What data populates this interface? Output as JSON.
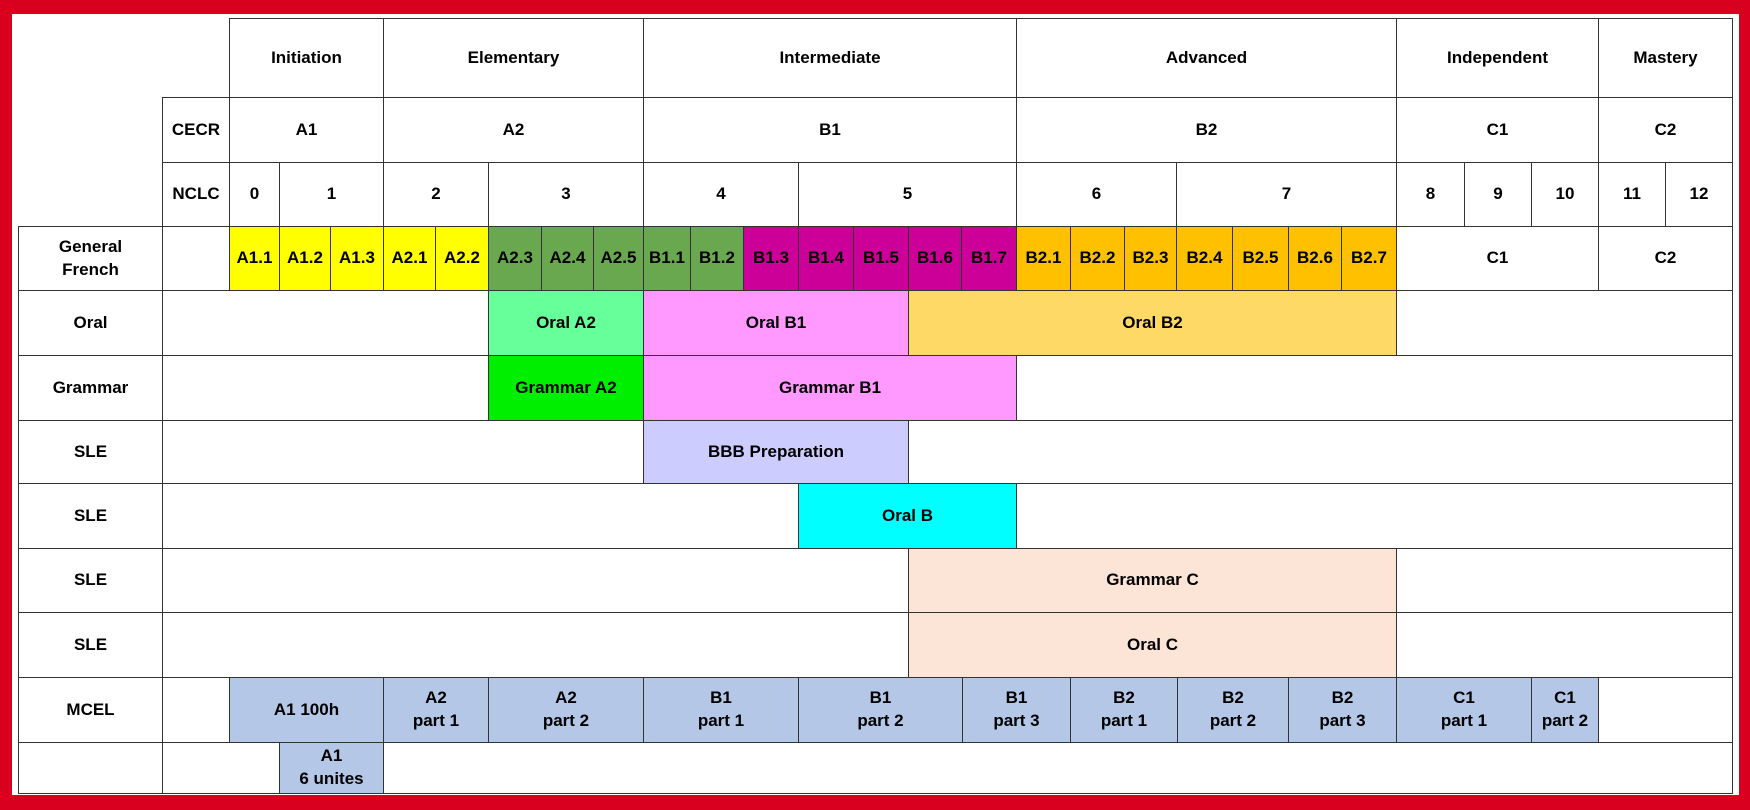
{
  "levels": [
    "Initiation",
    "Elementary",
    "Intermediate",
    "Advanced",
    "Independent",
    "Mastery"
  ],
  "cecr": {
    "label": "CECR",
    "values": [
      "A1",
      "A2",
      "B1",
      "B2",
      "C1",
      "C2"
    ]
  },
  "nclc": {
    "label": "NCLC",
    "values": [
      "0",
      "1",
      "2",
      "3",
      "4",
      "5",
      "6",
      "7",
      "8",
      "9",
      "10",
      "11",
      "12"
    ]
  },
  "general_french": {
    "label": "General\nFrench",
    "units": [
      "A1.1",
      "A1.2",
      "A1.3",
      "A2.1",
      "A2.2",
      "A2.3",
      "A2.4",
      "A2.5",
      "B1.1",
      "B1.2",
      "B1.3",
      "B1.4",
      "B1.5",
      "B1.6",
      "B1.7",
      "B2.1",
      "B2.2",
      "B2.3",
      "B2.4",
      "B2.5",
      "B2.6",
      "B2.7",
      "C1",
      "C2"
    ]
  },
  "oral": {
    "label": "Oral",
    "courses": [
      "Oral A2",
      "Oral B1",
      "Oral B2"
    ]
  },
  "grammar": {
    "label": "Grammar",
    "courses": [
      "Grammar A2",
      "Grammar B1"
    ]
  },
  "sle": [
    {
      "label": "SLE",
      "course": "BBB Preparation"
    },
    {
      "label": "SLE",
      "course": "Oral B"
    },
    {
      "label": "SLE",
      "course": "Grammar C"
    },
    {
      "label": "SLE",
      "course": "Oral C"
    }
  ],
  "mcel": {
    "label": "MCEL",
    "courses": [
      "A1 100h",
      "A2\npart 1",
      "A2\npart 2",
      "B1\npart 1",
      "B1\npart 2",
      "B1\npart 3",
      "B2\npart 1",
      "B2\npart 2",
      "B2\npart 3",
      "C1\npart 1",
      "C1\npart 2"
    ]
  },
  "extra": {
    "course": "A1\n6 unites"
  },
  "colors": {
    "frame": "#d9001f",
    "yellow": "#ffff00",
    "green": "#6aa84f",
    "magenta": "#cc0099",
    "orange": "#ffc000",
    "oral_a2": "#66ff99",
    "oral_b1": "#ff99ff",
    "oral_b2": "#ffd966",
    "grammar_a2": "#00ee00",
    "grammar_b1": "#ff99ff",
    "bbb": "#ccccff",
    "oral_b": "#00ffff",
    "sle_c": "#fce4d6",
    "mcel": "#b4c7e7"
  }
}
